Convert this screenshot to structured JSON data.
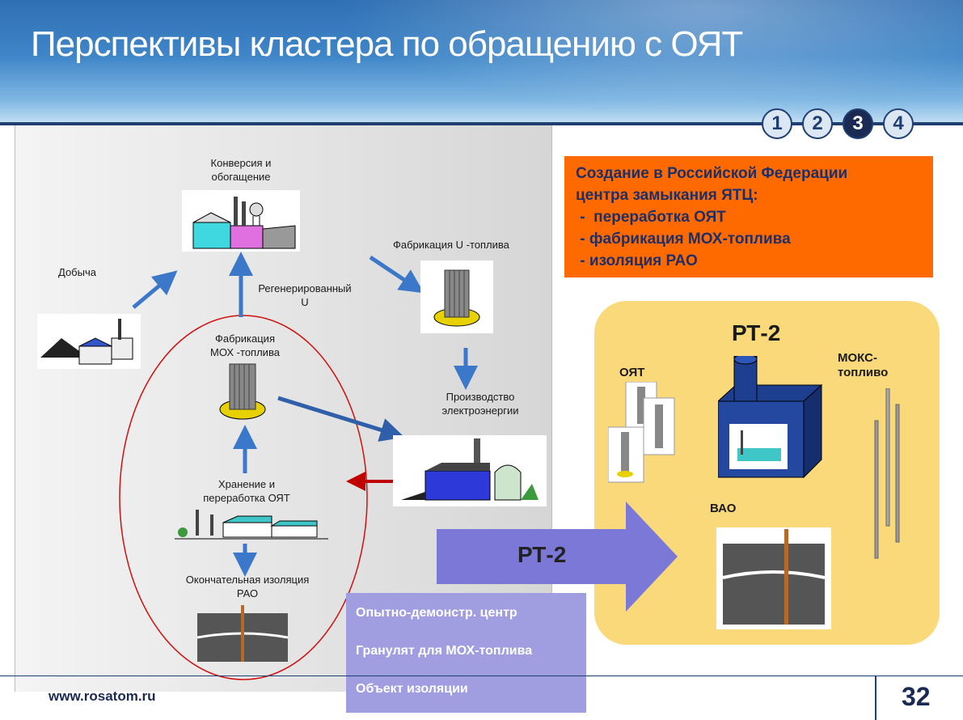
{
  "title": "Перспективы кластера по обращению с ОЯТ",
  "steps": [
    "1",
    "2",
    "3",
    "4"
  ],
  "active_step": "3",
  "cycle": {
    "conversion": "Конверсия и\nобогащение",
    "mining": "Добыча",
    "u_fuel": "Фабрикация U -топлива",
    "regen_u": "Регенерированный\nU",
    "mox_fab": "Фабрикация\nМОХ -топлива",
    "power": "Производство\nэлектроэнергии",
    "storage": "Хранение и\nпереработка ОЯТ",
    "isolation": "Окончательная изоляция\nРАО"
  },
  "orange_box": {
    "lines": [
      "Создание в Российской Федерации",
      "центра замыкания ЯТЦ:",
      " -  переработка ОЯТ",
      " - фабрикация МОХ-топлива",
      " - изоляция РАО"
    ]
  },
  "rt2": {
    "title": "РТ-2",
    "oyat": "ОЯТ",
    "moks": "МОКС-\nтопливо",
    "vao": "ВАО",
    "arrow_label": "РТ-2"
  },
  "purple_box": {
    "items": [
      "Опытно-демонстр. центр",
      "Гранулят для МОХ-топлива",
      "Объект изоляции"
    ]
  },
  "footer": {
    "url": "www.rosatom.ru",
    "page": "32"
  },
  "colors": {
    "header": "#3f86c8",
    "orange": "#ff6a00",
    "rt2_bg": "#fad97a",
    "arrow_blue": "#3b78c9",
    "arrow_red": "#c00000",
    "purple": "#a09de0",
    "big_arrow": "#7b78d8"
  }
}
